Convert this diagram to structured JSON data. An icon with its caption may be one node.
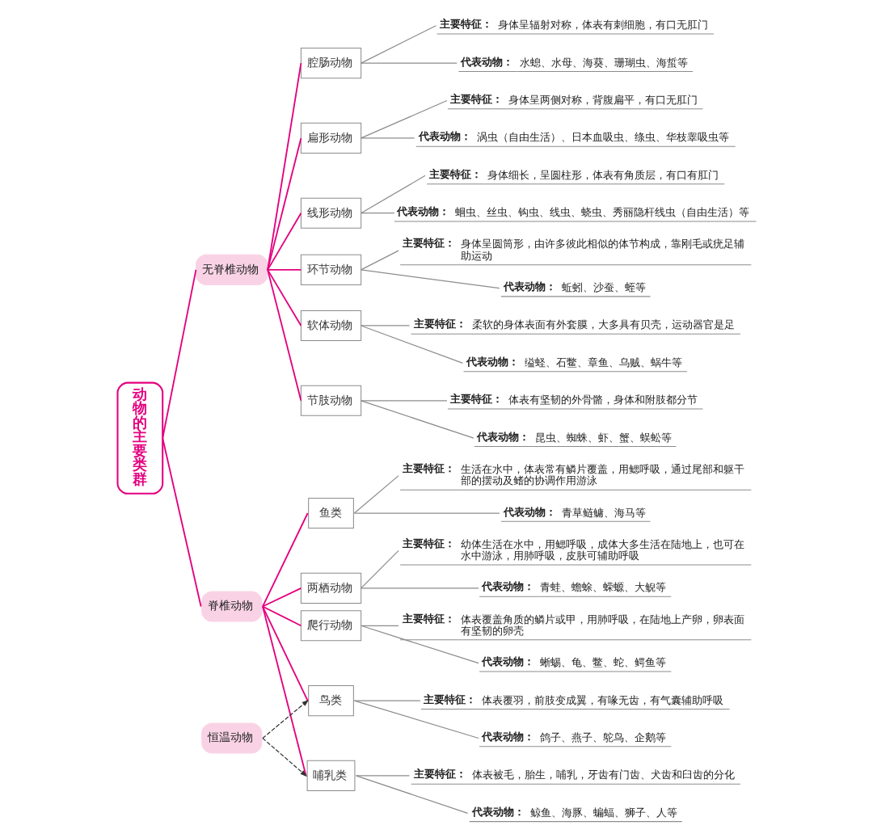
{
  "diagram": {
    "nodes": [
      {
        "text": [
          "动物的主要类群"
        ]
      },
      {
        "text": [
          "无脊椎动物"
        ]
      },
      {
        "text": [
          "腔肠动物"
        ]
      },
      {
        "text": [
          "主要特征：",
          "身体呈辐射对称，体表有刺细胞，有口无肛门"
        ]
      },
      {
        "text": [
          "代表动物：",
          "水螅、水母、海葵、珊瑚虫、海蜇等"
        ]
      },
      {
        "text": [
          "扁形动物"
        ]
      },
      {
        "text": [
          "主要特征：",
          "身体呈两侧对称，背腹扁平，有口无肛门"
        ]
      },
      {
        "text": [
          "代表动物：",
          "涡虫（自由生活）、日本血吸虫、绦虫、华枝睾吸虫等"
        ]
      },
      {
        "text": [
          "线形动物"
        ]
      },
      {
        "text": [
          "主要特征：",
          "身体细长，呈圆柱形，体表有角质层，有口有肛门"
        ]
      },
      {
        "text": [
          "代表动物：",
          "蛔虫、丝虫、钩虫、线虫、蛲虫、秀丽隐杆线虫（自由生活）等"
        ]
      },
      {
        "text": [
          "环节动物"
        ]
      },
      {
        "text": [
          "主要特征：",
          "身体呈圆筒形，由许多彼此相似的体节构成，靠刚毛或疣足辅助运动"
        ]
      },
      {
        "text": [
          "代表动物：",
          "蚯蚓、沙蚕、蛭等"
        ]
      },
      {
        "text": [
          "软体动物"
        ]
      },
      {
        "text": [
          "主要特征：",
          "柔软的身体表面有外套膜，大多具有贝壳，运动器官是足"
        ]
      },
      {
        "text": [
          "代表动物：",
          "缢蛏、石鳖、章鱼、乌贼、蜗牛等"
        ]
      },
      {
        "text": [
          "节肢动物"
        ]
      },
      {
        "text": [
          "主要特征：",
          "体表有坚韧的外骨骼，身体和附肢都分节"
        ]
      },
      {
        "text": [
          "代表动物：",
          "昆虫、蜘蛛、虾、蟹、蜈蚣等"
        ]
      },
      {
        "text": [
          "脊椎动物"
        ]
      },
      {
        "text": [
          "鱼类"
        ]
      },
      {
        "text": [
          "主要特征：",
          "生活在水中，体表常有鳞片覆盖，用鳃呼吸，通过尾部和躯干部的摆动及鳍的协调作用游泳"
        ]
      },
      {
        "text": [
          "代表动物：",
          "青草鲢鳙、海马等"
        ]
      },
      {
        "text": [
          "两栖动物"
        ]
      },
      {
        "text": [
          "主要特征：",
          "幼体生活在水中，用鳃呼吸，成体大多生活在陆地上，也可在水中游泳，用肺呼吸，皮肤可辅助呼吸"
        ]
      },
      {
        "text": [
          "代表动物：",
          "青蛙、蟾蜍、蝾螈、大鲵等"
        ]
      },
      {
        "text": [
          "爬行动物"
        ]
      },
      {
        "text": [
          "主要特征：",
          "体表覆盖角质的鳞片或甲，用肺呼吸，在陆地上产卵，卵表面有坚韧的卵壳"
        ]
      },
      {
        "text": [
          "代表动物：",
          "蜥蜴、龟、鳖、蛇、鳄鱼等"
        ]
      },
      {
        "text": [
          "鸟类"
        ]
      },
      {
        "text": [
          "主要特征：",
          "体表覆羽，前肢变成翼，有喙无齿，有气囊辅助呼吸"
        ]
      },
      {
        "text": [
          "代表动物：",
          "鸽子、燕子、鸵鸟、企鹅等"
        ]
      },
      {
        "text": [
          "哺乳类"
        ]
      },
      {
        "text": [
          "主要特征：",
          "体表被毛，胎生，哺乳，牙齿有门齿、犬齿和臼齿的分化"
        ]
      },
      {
        "text": [
          "代表动物：",
          "鲸鱼、海豚、蝙蝠、狮子、人等"
        ]
      },
      {
        "text": [
          "恒温动物"
        ]
      }
    ],
    "edges": [
      {
        "from": 0,
        "to": 1,
        "arrow": "none",
        "color": "#e4007f"
      },
      {
        "from": 0,
        "to": 20,
        "arrow": "none",
        "color": "#e4007f"
      },
      {
        "from": 1,
        "to": 2,
        "arrow": "none",
        "color": "#e4007f"
      },
      {
        "from": 1,
        "to": 5,
        "arrow": "none",
        "color": "#e4007f"
      },
      {
        "from": 1,
        "to": 8,
        "arrow": "none",
        "color": "#e4007f"
      },
      {
        "from": 1,
        "to": 11,
        "arrow": "none",
        "color": "#e4007f"
      },
      {
        "from": 1,
        "to": 14,
        "arrow": "none",
        "color": "#e4007f"
      },
      {
        "from": 1,
        "to": 17,
        "arrow": "none",
        "color": "#e4007f"
      },
      {
        "from": 2,
        "to": 3,
        "arrow": "none"
      },
      {
        "from": 2,
        "to": 4,
        "arrow": "none"
      },
      {
        "from": 5,
        "to": 6,
        "arrow": "none"
      },
      {
        "from": 5,
        "to": 7,
        "arrow": "none"
      },
      {
        "from": 8,
        "to": 9,
        "arrow": "none"
      },
      {
        "from": 8,
        "to": 10,
        "arrow": "none"
      },
      {
        "from": 11,
        "to": 12,
        "arrow": "none"
      },
      {
        "from": 11,
        "to": 13,
        "arrow": "none"
      },
      {
        "from": 14,
        "to": 15,
        "arrow": "none"
      },
      {
        "from": 14,
        "to": 16,
        "arrow": "none"
      },
      {
        "from": 17,
        "to": 18,
        "arrow": "none"
      },
      {
        "from": 17,
        "to": 19,
        "arrow": "none"
      },
      {
        "from": 20,
        "to": 21,
        "arrow": "none",
        "color": "#e4007f"
      },
      {
        "from": 20,
        "to": 24,
        "arrow": "none",
        "color": "#e4007f"
      },
      {
        "from": 20,
        "to": 27,
        "arrow": "none",
        "color": "#e4007f"
      },
      {
        "from": 20,
        "to": 30,
        "arrow": "none",
        "color": "#e4007f"
      },
      {
        "from": 20,
        "to": 33,
        "arrow": "none",
        "color": "#e4007f"
      },
      {
        "from": 21,
        "to": 22,
        "arrow": "none"
      },
      {
        "from": 21,
        "to": 23,
        "arrow": "none"
      },
      {
        "from": 24,
        "to": 25,
        "arrow": "none"
      },
      {
        "from": 24,
        "to": 26,
        "arrow": "none"
      },
      {
        "from": 27,
        "to": 28,
        "arrow": "none"
      },
      {
        "from": 27,
        "to": 29,
        "arrow": "none"
      },
      {
        "from": 30,
        "to": 31,
        "arrow": "none"
      },
      {
        "from": 30,
        "to": 32,
        "arrow": "none"
      },
      {
        "from": 33,
        "to": 34,
        "arrow": "none"
      },
      {
        "from": 33,
        "to": 35,
        "arrow": "none"
      },
      {
        "from": 36,
        "to": 30,
        "arrow": "to",
        "style": "dashed",
        "color": "#333333"
      },
      {
        "from": 36,
        "to": 33,
        "arrow": "to",
        "style": "dashed",
        "color": "#333333"
      }
    ]
  }
}
